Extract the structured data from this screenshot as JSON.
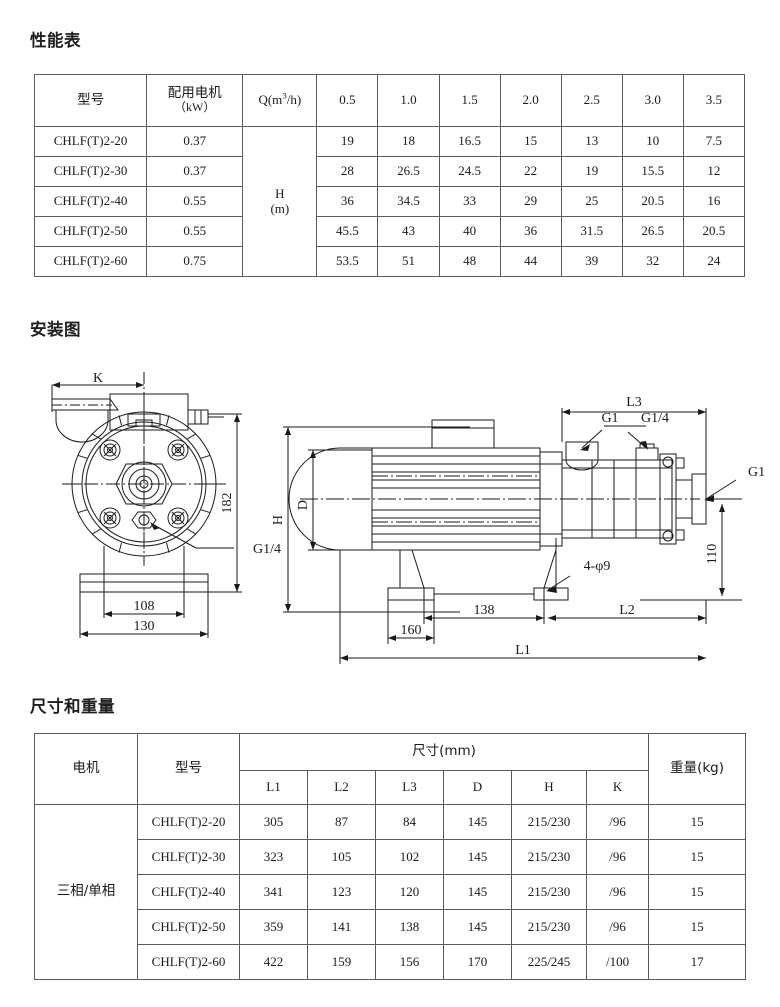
{
  "sections": {
    "performance_title": "性能表",
    "installation_title": "安装图",
    "dimensions_title": "尺寸和重量"
  },
  "performance_table": {
    "headers": {
      "model": "型号",
      "motor_power": "配用电机",
      "motor_power_unit": "（kW）",
      "flow_label": "Q(m",
      "flow_sup": "3",
      "flow_tail": "/h)",
      "head_label": "H",
      "head_unit": "(m)"
    },
    "flow_points": [
      "0.5",
      "1.0",
      "1.5",
      "2.0",
      "2.5",
      "3.0",
      "3.5"
    ],
    "rows": [
      {
        "model": "CHLF(T)2-20",
        "power": "0.37",
        "head": [
          "19",
          "18",
          "16.5",
          "15",
          "13",
          "10",
          "7.5"
        ]
      },
      {
        "model": "CHLF(T)2-30",
        "power": "0.37",
        "head": [
          "28",
          "26.5",
          "24.5",
          "22",
          "19",
          "15.5",
          "12"
        ]
      },
      {
        "model": "CHLF(T)2-40",
        "power": "0.55",
        "head": [
          "36",
          "34.5",
          "33",
          "29",
          "25",
          "20.5",
          "16"
        ]
      },
      {
        "model": "CHLF(T)2-50",
        "power": "0.55",
        "head": [
          "45.5",
          "43",
          "40",
          "36",
          "31.5",
          "26.5",
          "20.5"
        ]
      },
      {
        "model": "CHLF(T)2-60",
        "power": "0.75",
        "head": [
          "53.5",
          "51",
          "48",
          "44",
          "39",
          "32",
          "24"
        ]
      }
    ]
  },
  "dimension_table": {
    "headers": {
      "motor": "电机",
      "model": "型号",
      "size_group": "尺寸(mm)",
      "weight": "重量(kg)",
      "cols": [
        "L1",
        "L2",
        "L3",
        "D",
        "H",
        "K"
      ]
    },
    "motor_type": "三相/单相",
    "rows": [
      {
        "model": "CHLF(T)2-20",
        "L1": "305",
        "L2": "87",
        "L3": "84",
        "D": "145",
        "H": "215/230",
        "K": "/96",
        "weight": "15"
      },
      {
        "model": "CHLF(T)2-30",
        "L1": "323",
        "L2": "105",
        "L3": "102",
        "D": "145",
        "H": "215/230",
        "K": "/96",
        "weight": "15"
      },
      {
        "model": "CHLF(T)2-40",
        "L1": "341",
        "L2": "123",
        "L3": "120",
        "D": "145",
        "H": "215/230",
        "K": "/96",
        "weight": "15"
      },
      {
        "model": "CHLF(T)2-50",
        "L1": "359",
        "L2": "141",
        "L3": "138",
        "D": "145",
        "H": "215/230",
        "K": "/96",
        "weight": "15"
      },
      {
        "model": "CHLF(T)2-60",
        "L1": "422",
        "L2": "159",
        "L3": "156",
        "D": "170",
        "H": "225/245",
        "K": "/100",
        "weight": "17"
      }
    ]
  },
  "drawing": {
    "left_view": {
      "dim_k": "K",
      "dim_182": "182",
      "label_g14": "G1/4",
      "dim_108": "108",
      "dim_130": "130"
    },
    "right_view": {
      "dim_h": "H",
      "dim_d": "D",
      "dim_l3": "L3",
      "dim_l2": "L2",
      "dim_l1": "L1",
      "dim_138": "138",
      "dim_160": "160",
      "dim_110": "110",
      "label_g1_top": "G1",
      "label_g14_top": "G1/4",
      "label_g1_right": "G1",
      "label_holes": "4-φ9"
    }
  },
  "colors": {
    "line": "#1a1a1a",
    "table_border": "#5b5b5b",
    "text": "#1a1a1a",
    "background": "#ffffff"
  }
}
